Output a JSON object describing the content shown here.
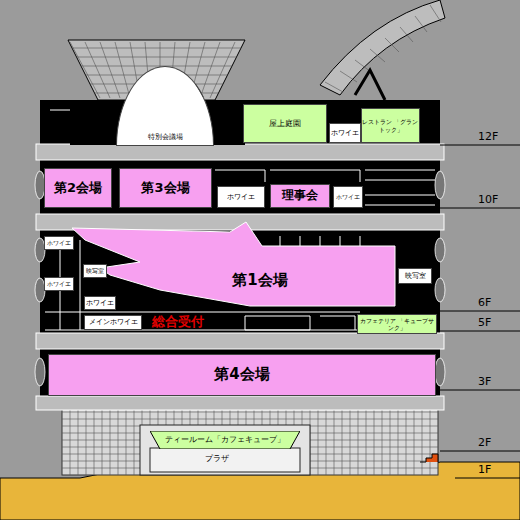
{
  "diagram": {
    "nodes": [
      {
        "text": [
          "特別会議場"
        ]
      },
      {
        "text": [
          "屋上庭園"
        ]
      },
      {
        "text": [
          "ホワイエ"
        ]
      },
      {
        "text": [
          "レストラン 「グラントック」"
        ]
      },
      {
        "text": [
          "第2会場"
        ]
      },
      {
        "text": [
          "第3会場"
        ]
      },
      {
        "text": [
          "ホワイエ"
        ]
      },
      {
        "text": [
          "理事会"
        ]
      },
      {
        "text": [
          "ホワイエ"
        ]
      },
      {
        "text": [
          "ホワイエ"
        ]
      },
      {
        "text": [
          "映写室"
        ]
      },
      {
        "text": [
          "第1会場"
        ]
      },
      {
        "text": [
          "映写室"
        ]
      },
      {
        "text": [
          "ホワイエ"
        ]
      },
      {
        "text": [
          "ホワイエ"
        ]
      },
      {
        "text": [
          "メインホワイエ"
        ]
      },
      {
        "text": [
          "カフェテリア 「キューブサンク」"
        ]
      },
      {
        "text": [
          "第4会場"
        ]
      },
      {
        "text": [
          "ティールーム「カフェキューブ」"
        ]
      }
    ],
    "labels": [
      "総合受付",
      "プラザ",
      "12F",
      "10F",
      "6F",
      "5F",
      "3F",
      "2F",
      "1F"
    ]
  }
}
